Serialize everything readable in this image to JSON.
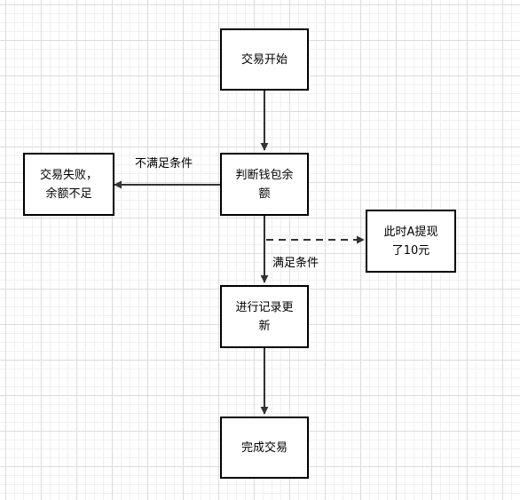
{
  "diagram": {
    "nodes": {
      "start": "交易开始",
      "check_balance": "判断钱包余\n额",
      "fail": "交易失败，\n余额不足",
      "withdraw": "此时A提现\n了10元",
      "update_record": "进行记录更\n新",
      "complete": "完成交易"
    },
    "edge_labels": {
      "not_satisfied": "不满足条件",
      "satisfied": "满足条件"
    },
    "colors": {
      "stroke": "#333333",
      "node_border": "#000000",
      "grid": "#dcdcdc"
    }
  }
}
